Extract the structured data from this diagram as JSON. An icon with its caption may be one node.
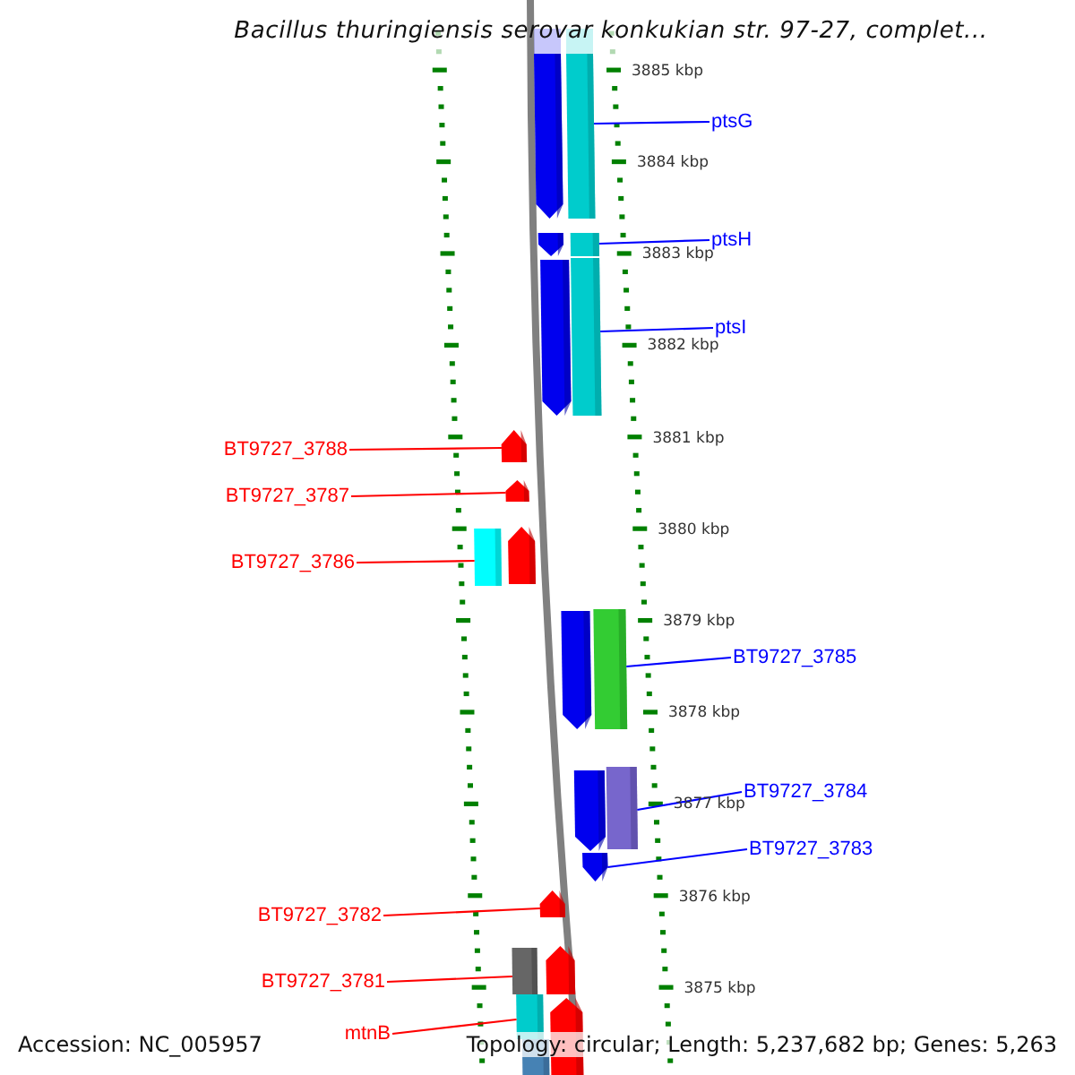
{
  "diagram": {
    "title": "Bacillus thuringiensis serovar konkukian str. 97-27, complet...",
    "nodes": [
      {
        "text": [
          "ptsG"
        ]
      },
      {
        "text": [
          "ptsH"
        ]
      },
      {
        "text": [
          "ptsI"
        ]
      },
      {
        "text": [
          "BT9727_3788"
        ]
      },
      {
        "text": [
          "BT9727_3787"
        ]
      },
      {
        "text": [
          "BT9727_3786"
        ]
      },
      {
        "text": [
          "BT9727_3785"
        ]
      },
      {
        "text": [
          "BT9727_3784"
        ]
      },
      {
        "text": [
          "BT9727_3783"
        ]
      },
      {
        "text": [
          "BT9727_3782"
        ]
      },
      {
        "text": [
          "BT9727_3781"
        ]
      },
      {
        "text": [
          "mtnB"
        ]
      },
      {
        "text": [],
        "shape": "arrow"
      },
      {
        "text": [],
        "shape": "bar"
      },
      {
        "text": [],
        "shape": "arrow"
      },
      {
        "text": [],
        "shape": "bar"
      },
      {
        "text": [],
        "shape": "arrow"
      },
      {
        "text": [],
        "shape": "bar"
      },
      {
        "text": [],
        "shape": "arrow"
      },
      {
        "text": [],
        "shape": "arrow"
      },
      {
        "text": [],
        "shape": "bar"
      },
      {
        "text": [],
        "shape": "arrow"
      },
      {
        "text": [],
        "shape": "arrow"
      },
      {
        "text": [],
        "shape": "bar"
      },
      {
        "text": [],
        "shape": "arrow"
      },
      {
        "text": [],
        "shape": "bar"
      },
      {
        "text": [],
        "shape": "arrow"
      },
      {
        "text": [],
        "shape": "arrow"
      },
      {
        "text": [],
        "shape": "bar"
      },
      {
        "text": [],
        "shape": "arrow"
      },
      {
        "text": [],
        "shape": "bar"
      },
      {
        "text": [],
        "shape": "arrow"
      },
      {
        "text": [],
        "shape": "bar"
      }
    ],
    "edges": [
      {
        "from": 0,
        "to": 13,
        "arrow": "none"
      },
      {
        "from": 1,
        "to": 15,
        "arrow": "none"
      },
      {
        "from": 2,
        "to": 17,
        "arrow": "none"
      },
      {
        "from": 3,
        "to": 18,
        "arrow": "none",
        "color": "#ff0000"
      },
      {
        "from": 4,
        "to": 19,
        "arrow": "none",
        "color": "#ff0000"
      },
      {
        "from": 5,
        "to": 20,
        "arrow": "none",
        "color": "#ff0000"
      },
      {
        "from": 6,
        "to": 23,
        "arrow": "none"
      },
      {
        "from": 7,
        "to": 25,
        "arrow": "none"
      },
      {
        "from": 8,
        "to": 26,
        "arrow": "none"
      },
      {
        "from": 9,
        "to": 27,
        "arrow": "none",
        "color": "#ff0000"
      },
      {
        "from": 10,
        "to": 28,
        "arrow": "none",
        "color": "#ff0000"
      },
      {
        "from": 11,
        "to": 30,
        "arrow": "none",
        "color": "#ff0000"
      }
    ],
    "labels": [
      "3885 kbp",
      "3884 kbp",
      "3883 kbp",
      "3882 kbp",
      "3881 kbp",
      "3880 kbp",
      "3879 kbp",
      "3878 kbp",
      "3877 kbp",
      "3876 kbp",
      "3875 kbp",
      "Accession: NC_005957",
      "Topology: circular; Length: 5,237,682 bp; Genes: 5,263"
    ]
  }
}
